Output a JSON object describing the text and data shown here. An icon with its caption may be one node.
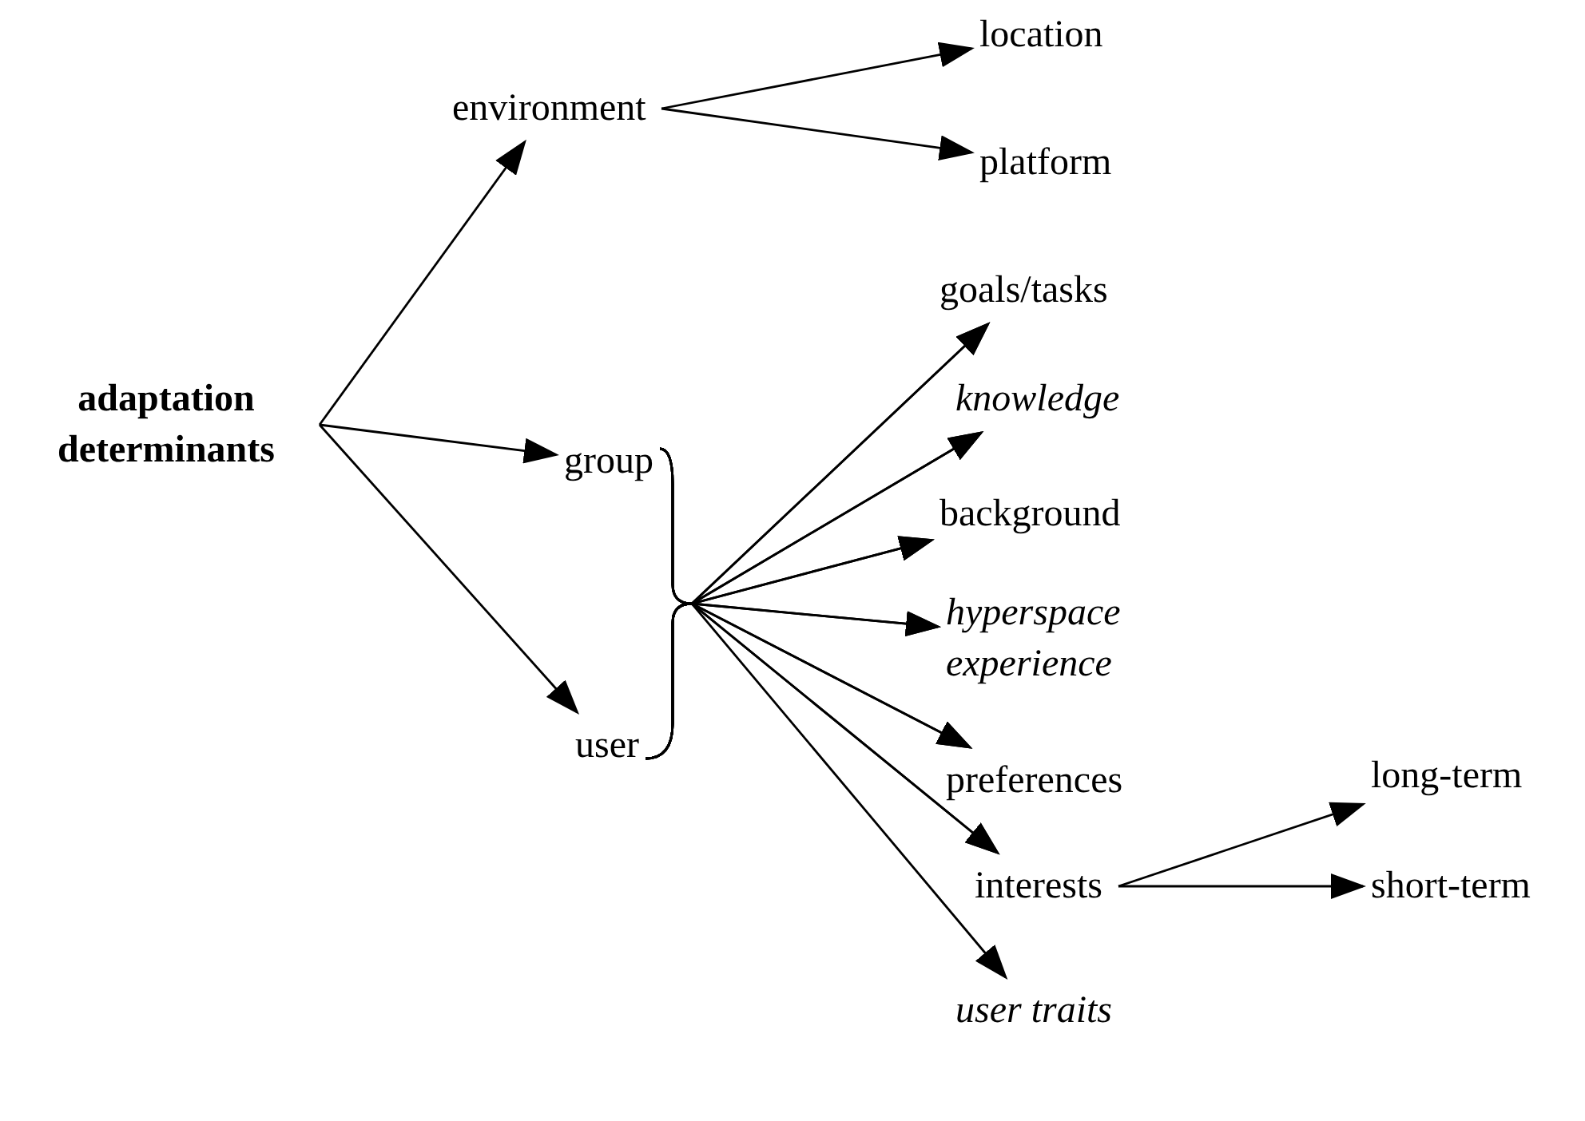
{
  "diagram": {
    "nodes": [
      {
        "text": [
          "adaptation determinants"
        ]
      },
      {
        "text": [
          "environment"
        ]
      },
      {
        "text": [
          "location"
        ]
      },
      {
        "text": [
          "platform"
        ]
      },
      {
        "text": [
          "group"
        ]
      },
      {
        "text": [
          "user"
        ]
      },
      {
        "text": [
          "goals/tasks"
        ]
      },
      {
        "text": [
          "knowledge"
        ]
      },
      {
        "text": [
          "background"
        ]
      },
      {
        "text": [
          "hyperspace experience"
        ]
      },
      {
        "text": [
          "preferences"
        ]
      },
      {
        "text": [
          "interests"
        ]
      },
      {
        "text": [
          "long-term"
        ]
      },
      {
        "text": [
          "short-term"
        ]
      },
      {
        "text": [
          "user traits"
        ]
      }
    ],
    "edges": [
      {
        "from": 0,
        "to": 1,
        "arrow": "to"
      },
      {
        "from": 0,
        "to": 4,
        "arrow": "to"
      },
      {
        "from": 0,
        "to": 5,
        "arrow": "to"
      },
      {
        "from": 1,
        "to": 2,
        "arrow": "to"
      },
      {
        "from": 1,
        "to": 3,
        "arrow": "to"
      },
      {
        "from": 4,
        "to": 6,
        "arrow": "to"
      },
      {
        "from": 4,
        "to": 7,
        "arrow": "to"
      },
      {
        "from": 4,
        "to": 8,
        "arrow": "to"
      },
      {
        "from": 4,
        "to": 9,
        "arrow": "to"
      },
      {
        "from": 4,
        "to": 10,
        "arrow": "to"
      },
      {
        "from": 4,
        "to": 11,
        "arrow": "to"
      },
      {
        "from": 5,
        "to": 6,
        "arrow": "to"
      },
      {
        "from": 5,
        "to": 7,
        "arrow": "to"
      },
      {
        "from": 5,
        "to": 8,
        "arrow": "to"
      },
      {
        "from": 5,
        "to": 9,
        "arrow": "to"
      },
      {
        "from": 5,
        "to": 10,
        "arrow": "to"
      },
      {
        "from": 5,
        "to": 11,
        "arrow": "to"
      },
      {
        "from": 5,
        "to": 14,
        "arrow": "to"
      },
      {
        "from": 11,
        "to": 12,
        "arrow": "to"
      },
      {
        "from": 11,
        "to": 13,
        "arrow": "to"
      }
    ]
  }
}
